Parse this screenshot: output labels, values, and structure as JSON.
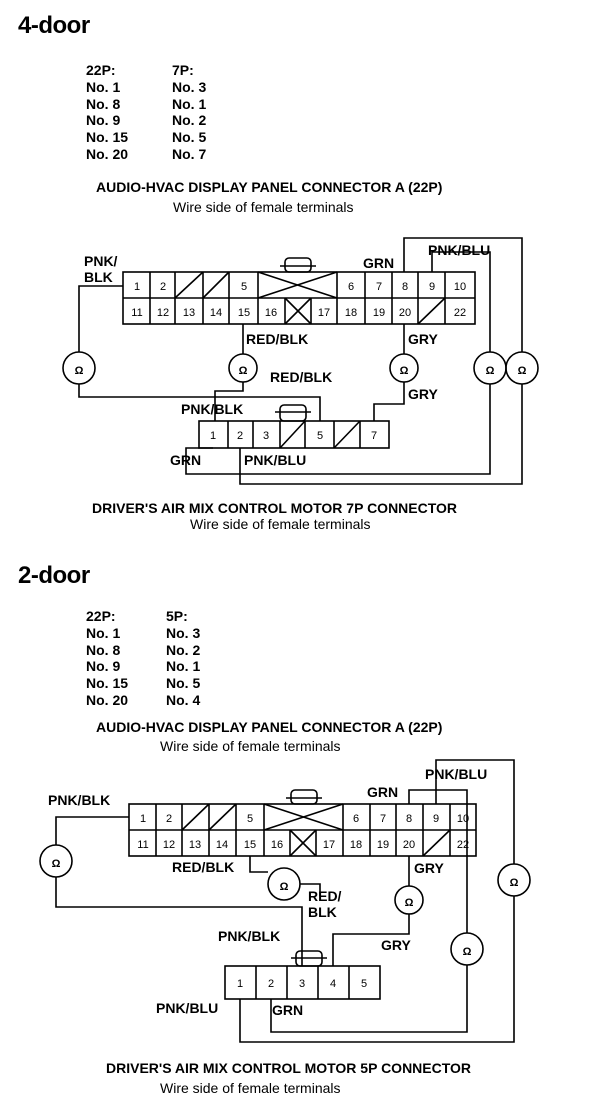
{
  "four_door": {
    "heading": "4-door",
    "col_a_header": "22P:",
    "col_a": [
      "No. 1",
      "No. 8",
      "No. 9",
      "No. 15",
      "No. 20"
    ],
    "col_b_header": "7P:",
    "col_b": [
      "No. 3",
      "No. 1",
      "No. 2",
      "No. 5",
      "No. 7"
    ],
    "panel_title": "AUDIO-HVAC DISPLAY PANEL CONNECTOR A (22P)",
    "panel_sub": "Wire side of female terminals",
    "motor_title": "DRIVER'S AIR MIX CONTROL MOTOR 7P CONNECTOR",
    "motor_sub": "Wire side of female terminals",
    "wires": {
      "pnk_blk_a": "PNK/",
      "pnk_blk_b": "BLK",
      "grn_top": "GRN",
      "pnk_blu_top": "PNK/BLU",
      "red_blk_1": "RED/BLK",
      "gry_1": "GRY",
      "red_blk_2": "RED/BLK",
      "gry_2": "GRY",
      "pnk_blk_motor": "PNK/BLK",
      "grn_motor": "GRN",
      "pnk_blu_motor": "PNK/BLU"
    },
    "conn22_top": [
      "1",
      "2",
      "",
      "",
      "5",
      "",
      "",
      "6",
      "7",
      "8",
      "9",
      "10"
    ],
    "conn22_bot": [
      "11",
      "12",
      "13",
      "14",
      "15",
      "16",
      "",
      "17",
      "18",
      "19",
      "20",
      "",
      "22"
    ],
    "conn7": [
      "1",
      "2",
      "3",
      "",
      "5",
      "",
      "7"
    ]
  },
  "two_door": {
    "heading": "2-door",
    "col_a_header": "22P:",
    "col_a": [
      "No. 1",
      "No. 8",
      "No. 9",
      "No. 15",
      "No. 20"
    ],
    "col_b_header": "5P:",
    "col_b": [
      "No. 3",
      "No. 2",
      "No. 1",
      "No. 5",
      "No. 4"
    ],
    "panel_title": "AUDIO-HVAC DISPLAY PANEL CONNECTOR A (22P)",
    "panel_sub": "Wire side of female terminals",
    "motor_title": "DRIVER'S AIR MIX CONTROL MOTOR 5P CONNECTOR",
    "motor_sub": "Wire side of female terminals",
    "wires": {
      "pnk_blk_top": "PNK/BLK",
      "grn_top": "GRN",
      "pnk_blu_top": "PNK/BLU",
      "red_blk_1": "RED/BLK",
      "gry_1": "GRY",
      "red_blk_2a": "RED/",
      "red_blk_2b": "BLK",
      "gry_2": "GRY",
      "pnk_blk_motor": "PNK/BLK",
      "pnk_blu_motor": "PNK/BLU",
      "grn_motor": "GRN"
    },
    "conn22_top": [
      "1",
      "2",
      "",
      "",
      "5",
      "",
      "",
      "6",
      "7",
      "8",
      "9",
      "10"
    ],
    "conn22_bot": [
      "11",
      "12",
      "13",
      "14",
      "15",
      "16",
      "",
      "17",
      "18",
      "19",
      "20",
      "",
      "22"
    ],
    "conn5": [
      "1",
      "2",
      "3",
      "4",
      "5"
    ]
  },
  "symbols": {
    "ohm": "Ω"
  }
}
